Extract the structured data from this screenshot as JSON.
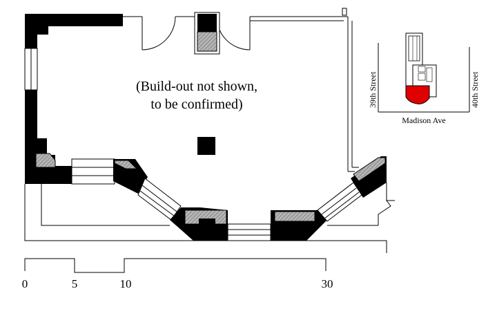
{
  "plan": {
    "note_line1": "(Build-out not shown,",
    "note_line2": "to be confirmed)"
  },
  "scale_bar": {
    "labels": [
      "0",
      "5",
      "10",
      "30"
    ]
  },
  "key_map": {
    "street_west": "39th Street",
    "street_east": "40th Street",
    "avenue": "Madison Ave",
    "highlight_color": "#e00000"
  },
  "colors": {
    "wall": "#000000",
    "hatch": "#9a9a9a",
    "line": "#000000"
  }
}
